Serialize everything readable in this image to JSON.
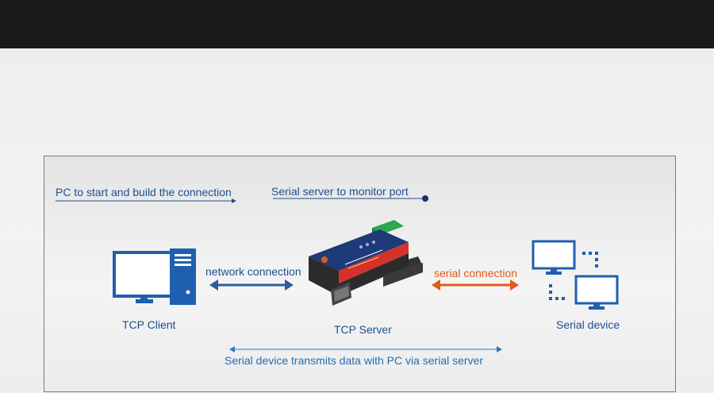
{
  "diagram": {
    "start_label": "PC to start and build the connection",
    "monitor_label": "Serial server to monitor port",
    "network_label": "network connection",
    "serial_label": "serial connection",
    "client_label": "TCP Client",
    "server_label": "TCP Server",
    "device_label": "Serial device",
    "bottom_label": "Serial device transmits data with PC via serial server"
  },
  "colors": {
    "blue": "#1f4e8f",
    "accent_blue": "#1f6fb7",
    "orange": "#e05a1c",
    "device_red": "#d4322a"
  },
  "icons": {
    "client": "computer-tower-icon",
    "server": "serial-server-device-icon",
    "devices": "two-monitors-icon"
  }
}
